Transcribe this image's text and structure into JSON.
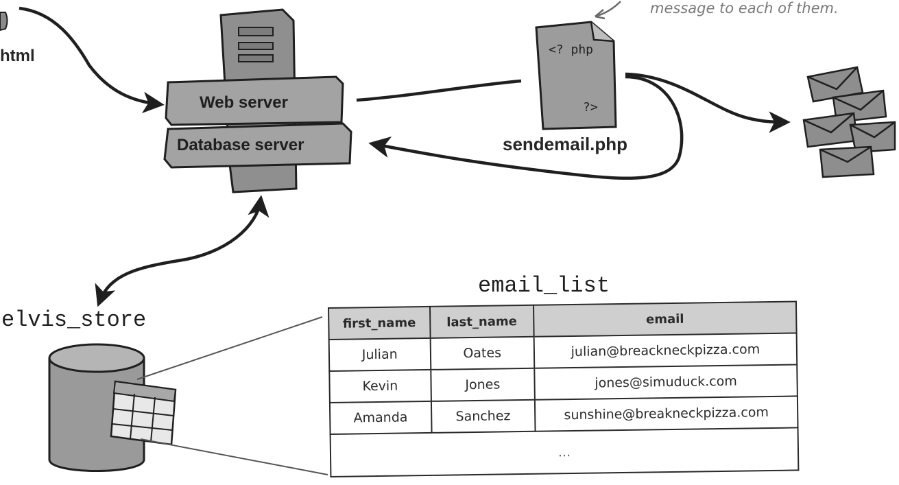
{
  "labels": {
    "html": "html",
    "web_server": "Web server",
    "database_server": "Database server",
    "sendemail": "sendemail.php",
    "php_open": "<? php",
    "php_close": "?>",
    "database": "elvis_store",
    "table_name": "email_list",
    "annotation": "message to each of them."
  },
  "table": {
    "headers": [
      "first_name",
      "last_name",
      "email"
    ],
    "rows": [
      [
        "Julian",
        "Oates",
        "julian@breackneckpizza.com"
      ],
      [
        "Kevin",
        "Jones",
        "jones@simuduck.com"
      ],
      [
        "Amanda",
        "Sanchez",
        "sunshine@breakneckpizza.com"
      ]
    ],
    "more": "..."
  },
  "colors": {
    "ink": "#1f1f1f",
    "server_gray": "#9a9a9a",
    "envelope_gray": "#8e8e8e",
    "header_fill": "#cfcfcf"
  },
  "icons": [
    "server-icon",
    "php-file-icon",
    "envelope-stack-icon",
    "database-icon"
  ]
}
